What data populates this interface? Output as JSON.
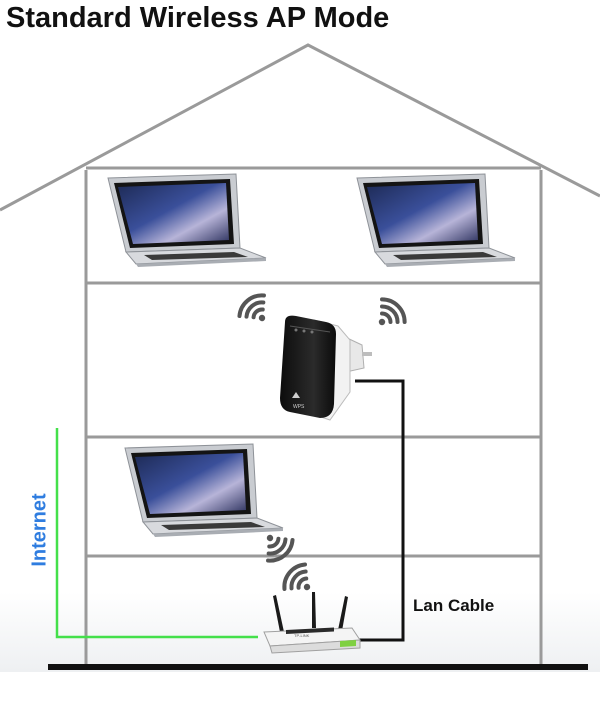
{
  "diagram": {
    "title": "Standard Wireless AP Mode",
    "lan_label": "Lan Cable",
    "internet_label": "Internet",
    "colors": {
      "internet_line": "#44e04a",
      "internet_text": "#2f7de0",
      "lan_cable": "#111111",
      "house_outline": "#9a9a9a"
    },
    "nodes": [
      {
        "id": "laptop-top-left",
        "icon": "laptop-icon"
      },
      {
        "id": "laptop-top-right",
        "icon": "laptop-icon"
      },
      {
        "id": "wireless-repeater",
        "icon": "wifi-repeater-icon"
      },
      {
        "id": "laptop-lower",
        "icon": "laptop-icon"
      },
      {
        "id": "wireless-router",
        "icon": "router-icon"
      }
    ]
  }
}
